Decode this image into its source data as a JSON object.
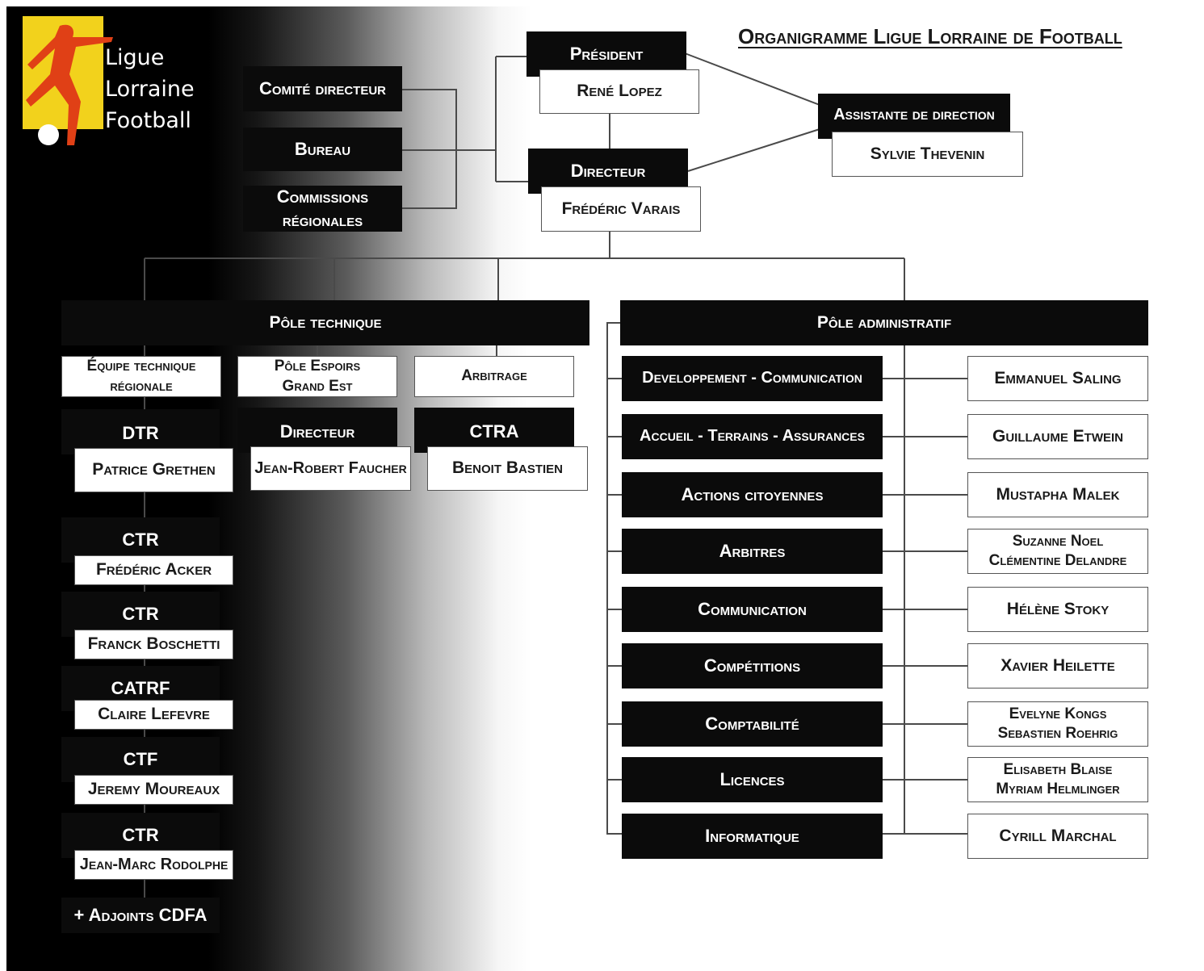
{
  "title": "Organigramme Ligue Lorraine de Football",
  "logo": {
    "lines": [
      "Ligue",
      "Lorraine",
      "Football"
    ],
    "colors": {
      "yellow": "#f2d21c",
      "red": "#e04016",
      "ball": "#ffffff"
    }
  },
  "governance": [
    "Comité directeur",
    "Bureau",
    "Commissions régionales"
  ],
  "president": {
    "title": "Président",
    "name": "René Lopez"
  },
  "directeur": {
    "title": "Directeur",
    "name": "Frédéric Varais"
  },
  "assistante": {
    "title": "Assistante de direction",
    "name": "Sylvie Thevenin"
  },
  "pole_technique": {
    "label": "Pôle technique",
    "groups": [
      {
        "header": "Équipe technique régionale"
      },
      {
        "header": "Pôle Espoirs Grand Est",
        "title": "Directeur",
        "name": "Jean-Robert Faucher"
      },
      {
        "header": "Arbitrage",
        "title": "CTRA",
        "name": "Benoit Bastien"
      }
    ],
    "staff": [
      {
        "title": "DTR",
        "name": "Patrice Grethen"
      },
      {
        "title": "CTR",
        "name": "Frédéric Acker"
      },
      {
        "title": "CTR",
        "name": "Franck Boschetti"
      },
      {
        "title": "CATRF",
        "name": "Claire Lefevre"
      },
      {
        "title": "CTF",
        "name": "Jeremy Moureaux"
      },
      {
        "title": "CTR",
        "name": "Jean-Marc Rodolphe"
      }
    ],
    "adjoints": "+ Adjoints CDFA"
  },
  "pole_administratif": {
    "label": "Pôle administratif",
    "services": [
      {
        "service": "Developpement - Communication",
        "people": [
          "Emmanuel Saling"
        ]
      },
      {
        "service": "Accueil - Terrains - Assurances",
        "people": [
          "Guillaume Etwein"
        ]
      },
      {
        "service": "Actions citoyennes",
        "people": [
          "Mustapha Malek"
        ]
      },
      {
        "service": "Arbitres",
        "people": [
          "Suzanne Noel",
          "Clémentine Delandre"
        ]
      },
      {
        "service": "Communication",
        "people": [
          "Hélène Stoky"
        ]
      },
      {
        "service": "Compétitions",
        "people": [
          "Xavier Heilette"
        ]
      },
      {
        "service": "Comptabilité",
        "people": [
          "Evelyne Kongs",
          "Sebastien Roehrig"
        ]
      },
      {
        "service": "Licences",
        "people": [
          "Elisabeth Blaise",
          "Myriam Helmlinger"
        ]
      },
      {
        "service": "Informatique",
        "people": [
          "Cyrill Marchal"
        ]
      }
    ]
  },
  "colors": {
    "box_dark": "#0b0b0b",
    "box_light": "#ffffff",
    "connector": "#4a4a4a"
  }
}
